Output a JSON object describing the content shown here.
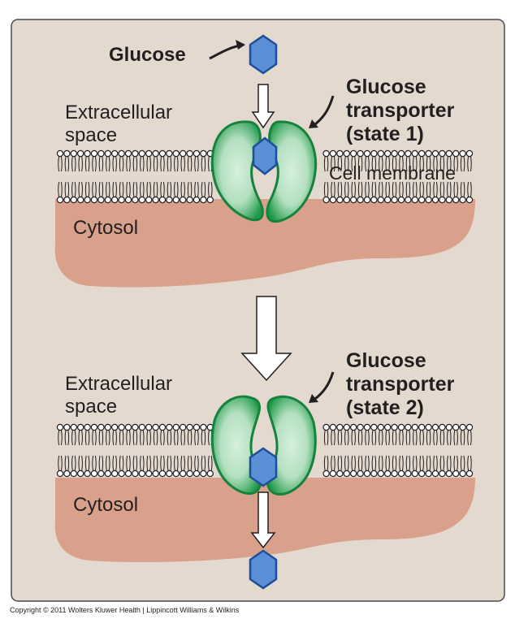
{
  "colors": {
    "panel_bg": "#e3d9ce",
    "panel_border": "#4a4a4a",
    "cytosol": "#d9a08b",
    "membrane_lipid": "#231f20",
    "transporter_fill_outer": "#1f9a4a",
    "transporter_fill_inner": "#c8ead2",
    "glucose_fill": "#5b8fd6",
    "glucose_stroke": "#1d4f9a"
  },
  "icons": {
    "glucose": "hexagon-glucose-icon",
    "transporter": "kidney-shaped-protein-icon",
    "arrow": "down-arrow-icon"
  },
  "top_panel": {
    "glucose_label": "Glucose",
    "extracellular_line1": "Extracellular",
    "extracellular_line2": "space",
    "transporter_line1": "Glucose",
    "transporter_line2": "transporter",
    "transporter_line3": "(state 1)",
    "membrane_label": "Cell membrane",
    "cytosol_label": "Cytosol"
  },
  "bottom_panel": {
    "extracellular_line1": "Extracellular",
    "extracellular_line2": "space",
    "transporter_line1": "Glucose",
    "transporter_line2": "transporter",
    "transporter_line3": "(state 2)",
    "cytosol_label": "Cytosol"
  },
  "copyright": "Copyright © 2011 Wolters Kluwer Health | Lippincott Williams & Wilkins"
}
